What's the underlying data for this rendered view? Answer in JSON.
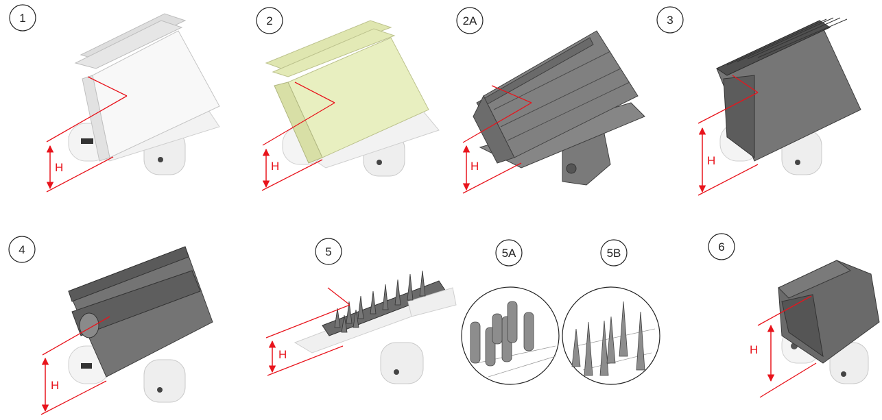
{
  "colors": {
    "dimension": "#e8141c",
    "light_part": "#eeeeee",
    "light_edge": "#bdbdbd",
    "dark_part": "#6e6e6e",
    "dark_edge": "#3f3f3f",
    "yellow_part": "#e6eebb",
    "badge_stroke": "#222222"
  },
  "dimension_label": "H",
  "items": [
    {
      "id": "1",
      "label": "1",
      "variant": "light-flaps",
      "has_dimension": true
    },
    {
      "id": "2",
      "label": "2",
      "variant": "yellow-flaps",
      "has_dimension": true
    },
    {
      "id": "2A",
      "label": "2A",
      "variant": "dark-ribbed",
      "has_dimension": true
    },
    {
      "id": "3",
      "label": "3",
      "variant": "dark-box-fins",
      "has_dimension": true
    },
    {
      "id": "4",
      "label": "4",
      "variant": "dark-channel",
      "has_dimension": true
    },
    {
      "id": "5",
      "label": "5",
      "variant": "pin-comb",
      "has_dimension": true
    },
    {
      "id": "5A",
      "label": "5A",
      "variant": "cylindrical-pins",
      "has_dimension": false
    },
    {
      "id": "5B",
      "label": "5B",
      "variant": "tapered-pins",
      "has_dimension": false
    },
    {
      "id": "6",
      "label": "6",
      "variant": "dark-cap",
      "has_dimension": true
    }
  ]
}
